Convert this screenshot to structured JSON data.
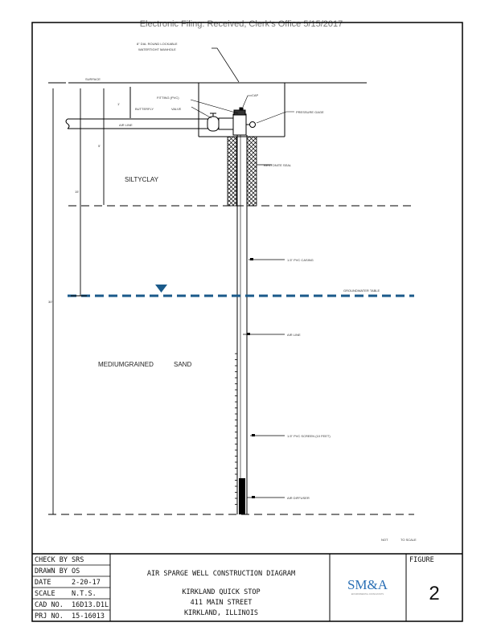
{
  "header": "Electronic   Filing:  Received,   Clerk's  Office  5/15/2017",
  "colors": {
    "groundwater": "#1a5a8a",
    "logo": "#2a6fb5",
    "ink": "#000000"
  },
  "diagram": {
    "manhole_label_1": "8\" DIA. ROUND LOCKABLE",
    "manhole_label_2": "WATERTIGHT MANHOLE",
    "surface": "SURFACE",
    "fitting": "FITTING (PVC)",
    "butterfly": "BUTTERFLY",
    "valve": "VALVE",
    "air_line_top": "AIR     LINE",
    "cap": "CAP",
    "pressure_gage": "PRESSURE GAGE",
    "bentonite": "BENTONITE SEAL",
    "casing": "1.5\" PVC          CASING",
    "groundwater": "GROUNDWATER TABLE",
    "air_line": "AIR       LINE",
    "screen": "1.5\"       PVC SCREEN (10 FEET)",
    "diffuser": "AIR       DIFFUSER",
    "silty_clay": "SILTYCLAY",
    "medium_grained": "MEDIUMGRAINED",
    "sand": "SAND",
    "dim_small": "1'",
    "dim_5": "5'",
    "dim_15": "15'",
    "dim_30": "30'",
    "not_to_scale_1": "NOT",
    "not_to_scale_2": "TO SCALE"
  },
  "title_block": {
    "rows": [
      {
        "label": "CHECK BY",
        "value": "SRS"
      },
      {
        "label": "DRAWN BY",
        "value": "OS"
      },
      {
        "label": "DATE",
        "value": "2-20-17"
      },
      {
        "label": "SCALE",
        "value": "N.T.S."
      },
      {
        "label": "CAD NO.",
        "value": "16D13.D1L"
      },
      {
        "label": "PRJ NO.",
        "value": "15-16013"
      }
    ],
    "title": "AIR SPARGE WELL CONSTRUCTION DIAGRAM",
    "project": "KIRKLAND QUICK STOP",
    "address": "411 MAIN STREET",
    "city": "KIRKLAND, ILLINOIS",
    "logo": "SM&A",
    "logo_sub": "ENVIRONMENTAL CONSULTANTS",
    "figure_label": "FIGURE",
    "figure_number": "2"
  }
}
